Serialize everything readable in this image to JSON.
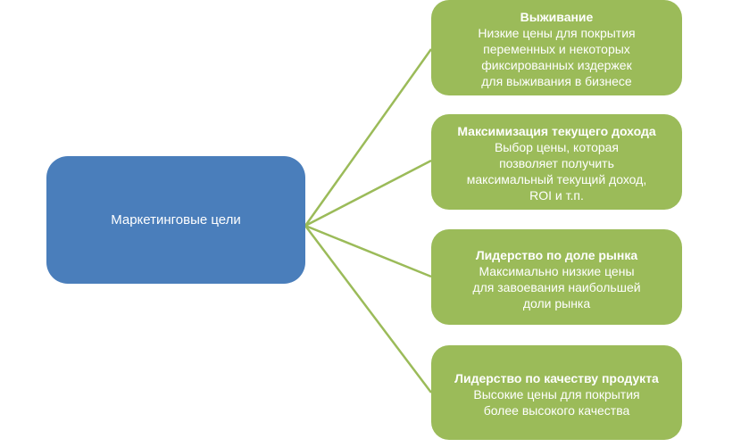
{
  "center": {
    "label": "Маркетинговые цели"
  },
  "goals": [
    {
      "title": "Выживание",
      "description": "Низкие цены для покрытия\nпеременных и некоторых\nфиксированных издержек\nдля выживания в бизнесе"
    },
    {
      "title": "Максимизация текущего дохода",
      "description": "Выбор цены, которая\nпозволяет получить\nмаксимальный текущий доход,\nROI и т.п."
    },
    {
      "title": "Лидерство по доле рынка",
      "description": "Максимально низкие цены\nдля завоевания наибольшей\nдоли рынка"
    },
    {
      "title": "Лидерство по качеству продукта",
      "description": "Высокие цены для покрытия\nболее высокого качества"
    }
  ],
  "colors": {
    "center_fill": "#4a7ebb",
    "goal_fill": "#9bbb59",
    "connector": "#9bbb59",
    "text": "#ffffff"
  }
}
